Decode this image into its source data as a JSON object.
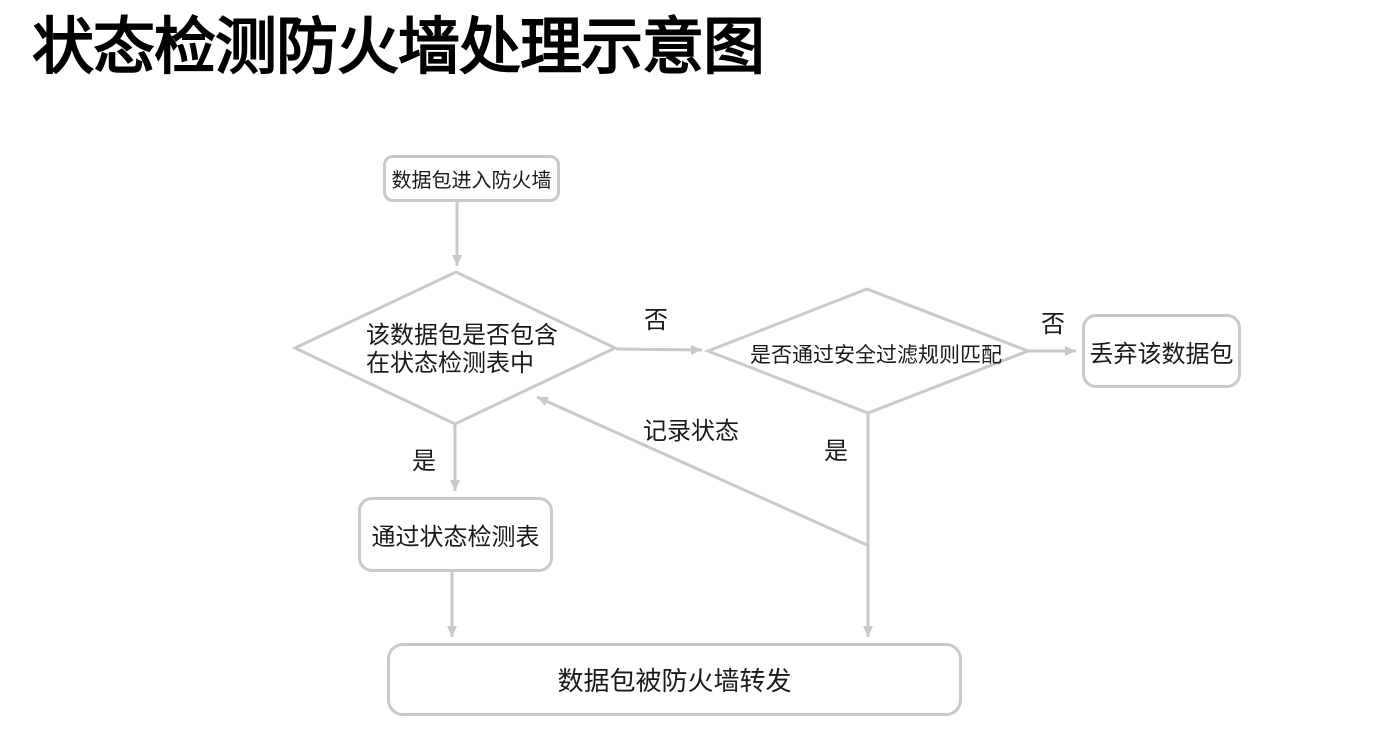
{
  "title": "状态检测防火墙处理示意图",
  "diagram": {
    "nodes": {
      "start": {
        "label": "数据包进入防火墙",
        "shape": "rounded-rect"
      },
      "decision_state_table": {
        "line1": "该数据包是否包含",
        "line2": "在状态检测表中",
        "shape": "diamond"
      },
      "decision_filter_match": {
        "label": "是否通过安全过滤规则匹配",
        "shape": "diamond"
      },
      "drop_packet": {
        "label": "丢弃该数据包",
        "shape": "rounded-rect"
      },
      "pass_state_table": {
        "label": "通过状态检测表",
        "shape": "rounded-rect"
      },
      "forward_packet": {
        "label": "数据包被防火墙转发",
        "shape": "rounded-rect"
      }
    },
    "edge_labels": {
      "no_state_table": "否",
      "no_filter_match": "否",
      "yes_state_table": "是",
      "yes_filter_match": "是",
      "record_state": "记录状态"
    },
    "colors": {
      "line": "#c9c9c9",
      "node_border": "#c9c9c9",
      "node_fill": "#ffffff",
      "text": "#1a1a1a",
      "title": "#000000"
    }
  }
}
